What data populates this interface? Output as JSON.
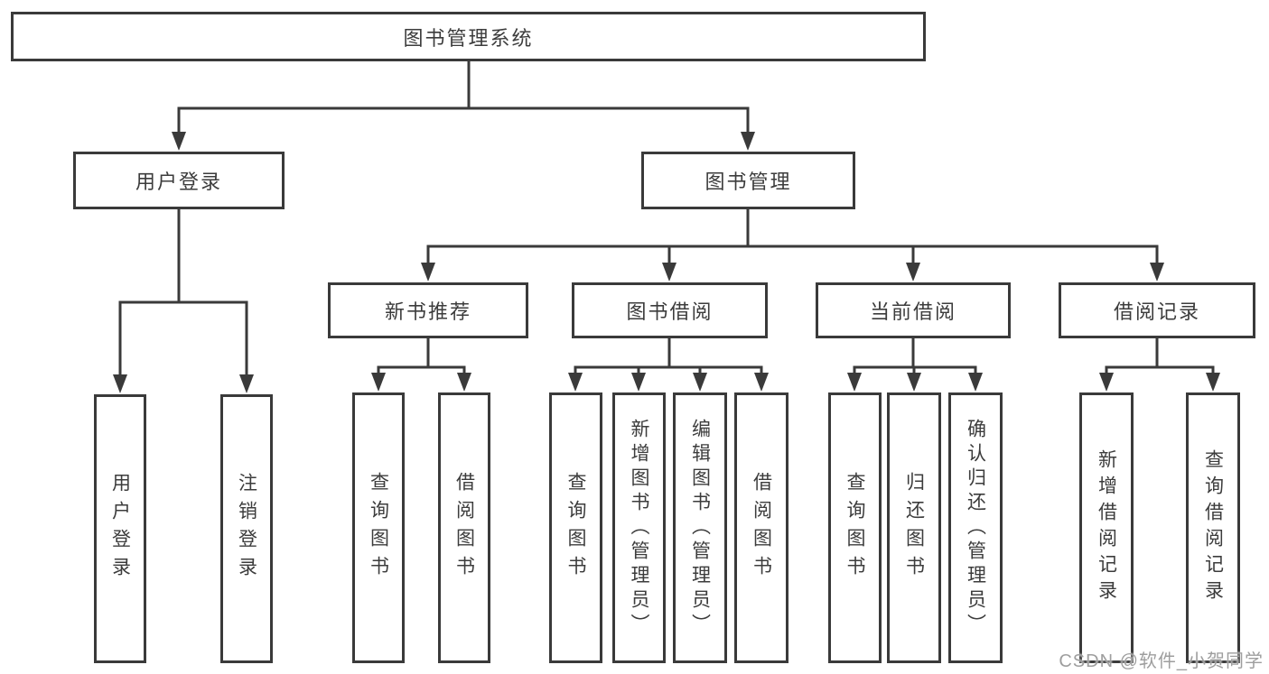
{
  "diagram": {
    "root": {
      "label": "图书管理系统"
    },
    "branches": {
      "user_login": {
        "label": "用户登录"
      },
      "book_management": {
        "label": "图书管理"
      }
    },
    "modules": {
      "new_book_recommend": {
        "label": "新书推荐"
      },
      "book_borrow": {
        "label": "图书借阅"
      },
      "current_borrow": {
        "label": "当前借阅"
      },
      "borrow_records": {
        "label": "借阅记录"
      }
    },
    "leaves": {
      "user_login": {
        "label": "用户登录"
      },
      "logout": {
        "label": "注销登录"
      },
      "recommend_query_books": {
        "label": "查询图书"
      },
      "recommend_borrow_books": {
        "label": "借阅图书"
      },
      "borrow_query_books": {
        "label": "查询图书"
      },
      "borrow_add_books": {
        "label": "新增图书（管理员）"
      },
      "borrow_edit_books": {
        "label": "编辑图书（管理员）"
      },
      "borrow_borrow_books": {
        "label": "借阅图书"
      },
      "current_query_books": {
        "label": "查询图书"
      },
      "current_return_books": {
        "label": "归还图书"
      },
      "current_confirm_return": {
        "label": "确认归还（管理员）"
      },
      "records_add_record": {
        "label": "新增借阅记录"
      },
      "records_query_record": {
        "label": "查询借阅记录"
      }
    }
  },
  "watermark": {
    "text": "CSDN @软件_小贺同学"
  },
  "colors": {
    "line": "#3a3a3a",
    "text": "#3c3c3c",
    "watermark": "#9e9e9e",
    "background": "#ffffff"
  }
}
